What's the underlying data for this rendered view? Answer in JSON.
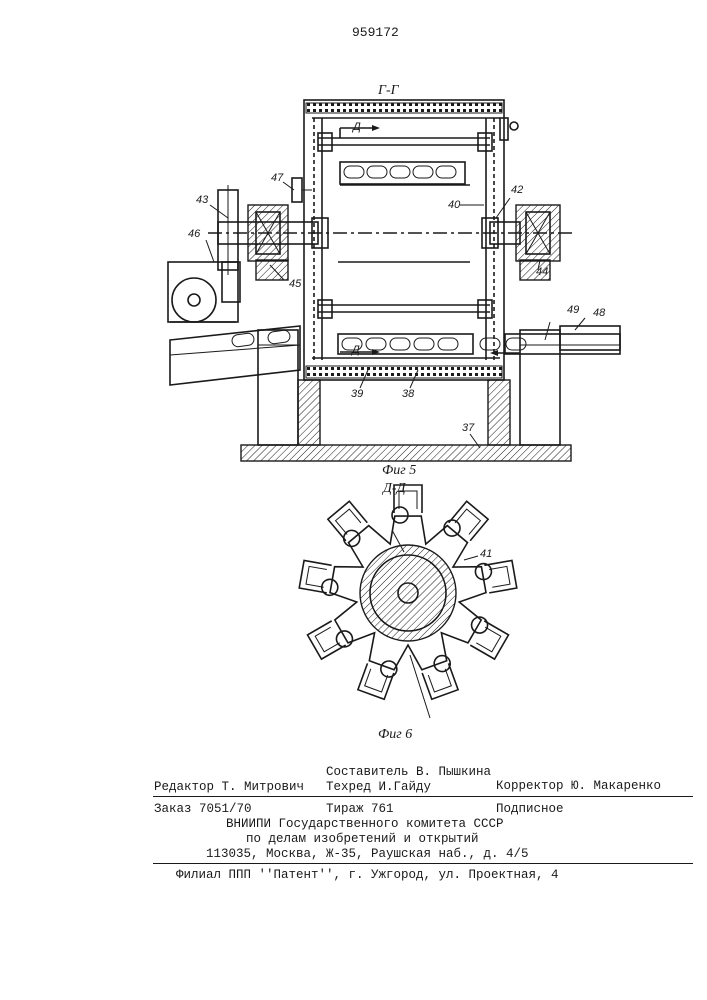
{
  "patent_number": "959172",
  "figure5": {
    "section_label": "Г-Г",
    "caption": "Фиг 5",
    "callouts": [
      "47",
      "43",
      "46",
      "45",
      "40",
      "42",
      "44",
      "49",
      "48",
      "39",
      "38",
      "37"
    ],
    "marker": "Д"
  },
  "figure6": {
    "section_label": "Д-Д",
    "caption": "Фиг 6",
    "callout": "41"
  },
  "footer": {
    "editor": "Редактор Т. Митрович",
    "compiler": "Составитель В. Пышкина",
    "techred": "Техред И.Гайду",
    "corrector": "Корректор Ю. Макаренко",
    "order": "Заказ 7051/70",
    "circulation": "Тираж 761",
    "subscription": "Подписное",
    "org_line1": "ВНИИПИ Государственного комитета СССР",
    "org_line2": "по делам изобретений и открытий",
    "address": "113035, Москва, Ж-35, Раушская наб., д. 4/5",
    "branch": "Филиал ППП ''Патент'', г. Ужгород, ул. Проектная, 4"
  }
}
